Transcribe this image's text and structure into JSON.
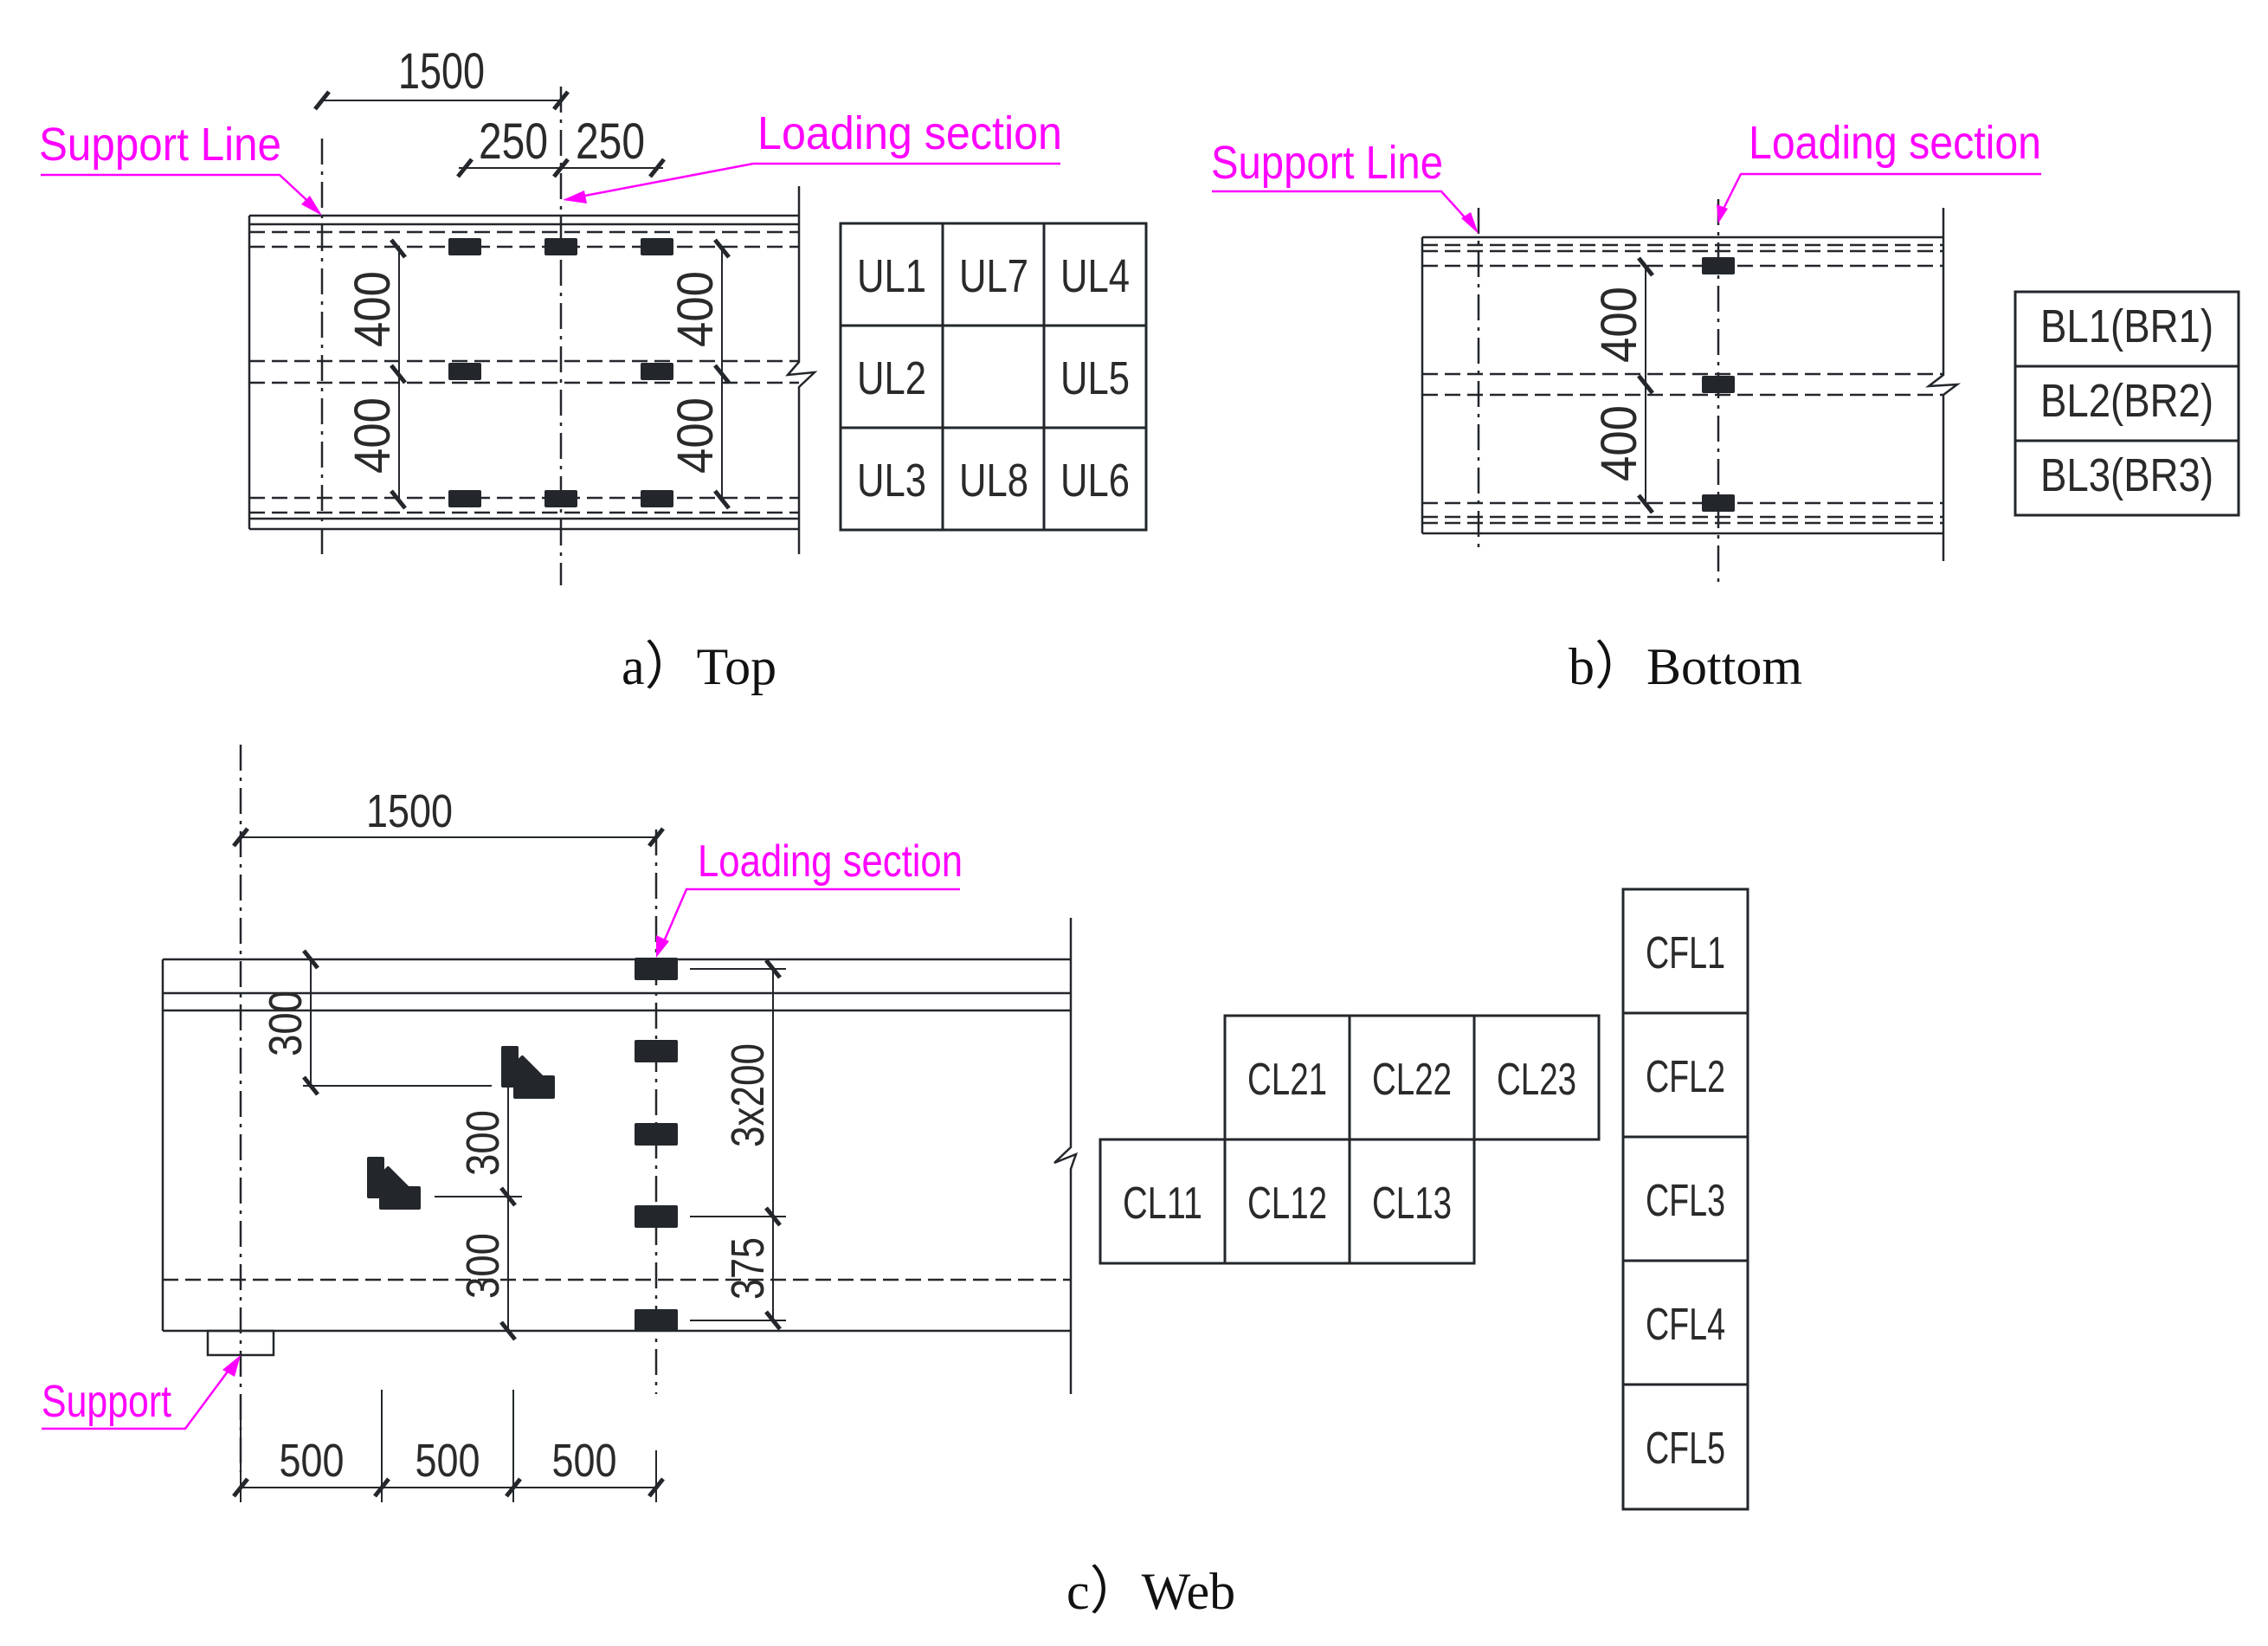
{
  "figure": {
    "annotation_color": "#ff00ff",
    "line_color": "#23272b",
    "panels": {
      "top": {
        "caption": "a）Top",
        "support_label": "Support Line",
        "loading_label": "Loading section",
        "dims": {
          "span": "1500",
          "left_offset": "250",
          "right_offset": "250",
          "left_upper": "400",
          "left_lower": "400",
          "right_upper": "400",
          "right_lower": "400"
        },
        "gauge_table": [
          [
            "UL1",
            "UL7",
            "UL4"
          ],
          [
            "UL2",
            "",
            "UL5"
          ],
          [
            "UL3",
            "UL8",
            "UL6"
          ]
        ]
      },
      "bottom": {
        "caption": "b）Bottom",
        "support_label": "Support Line",
        "loading_label": "Loading section",
        "dims": {
          "upper": "400",
          "lower": "400"
        },
        "gauge_table": [
          "BL1(BR1)",
          "BL2(BR2)",
          "BL3(BR3)"
        ]
      },
      "web": {
        "caption": "c）Web",
        "support_label": "Support",
        "loading_label": "Loading section",
        "dims": {
          "span": "1500",
          "rosette_top": "300",
          "rosette_mid": "300",
          "rosette_bottom": "300",
          "gauge_spacing": "3x200",
          "gauge_bottom": "375",
          "bottom_segments": [
            "500",
            "500",
            "500"
          ]
        },
        "rosette_table": {
          "row2": [
            "CL21",
            "CL22",
            "CL23"
          ],
          "row1": [
            "CL11",
            "CL12",
            "CL13"
          ]
        },
        "flange_table": [
          "CFL1",
          "CFL2",
          "CFL3",
          "CFL4",
          "CFL5"
        ]
      }
    }
  }
}
